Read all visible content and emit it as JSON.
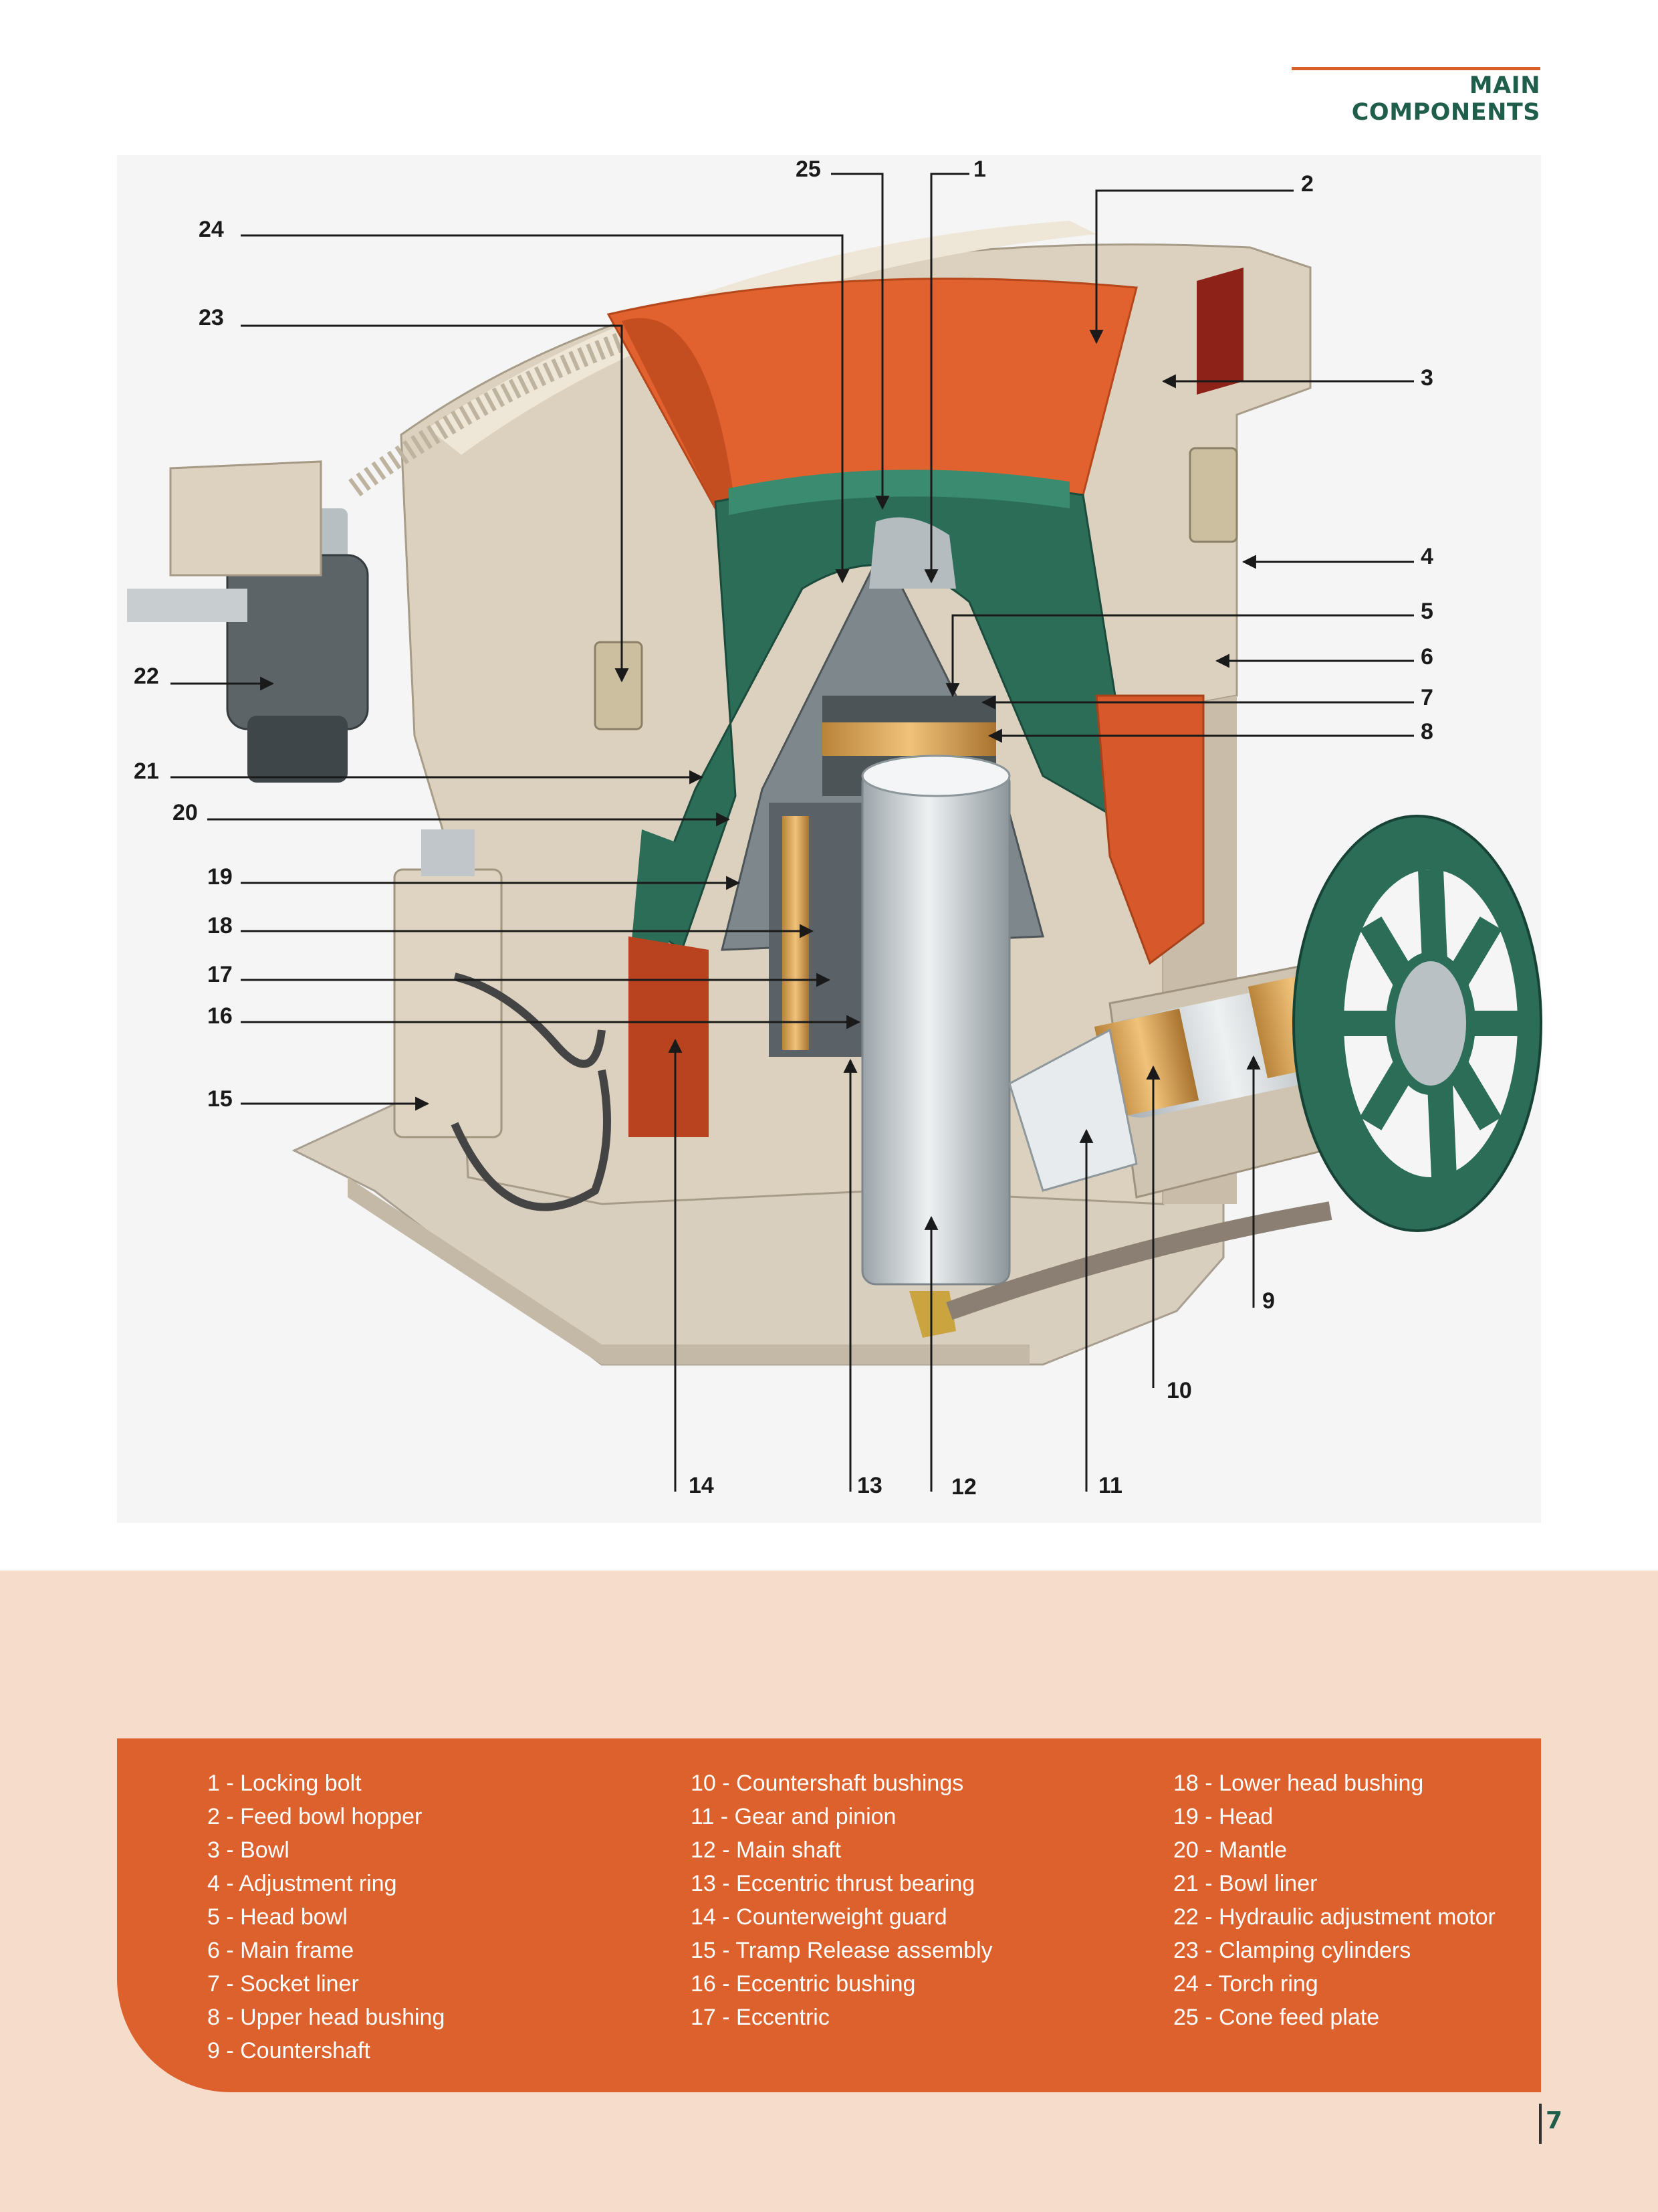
{
  "header": {
    "title": "MAIN COMPONENTS"
  },
  "callouts": [
    "1",
    "2",
    "3",
    "4",
    "5",
    "6",
    "7",
    "8",
    "9",
    "10",
    "11",
    "12",
    "13",
    "14",
    "15",
    "16",
    "17",
    "18",
    "19",
    "20",
    "21",
    "22",
    "23",
    "24",
    "25"
  ],
  "legend": {
    "column1": [
      "1 - Locking bolt",
      "2 - Feed bowl hopper",
      "3 - Bowl",
      "4 - Adjustment ring",
      "5 - Head bowl",
      "6 - Main frame",
      "7 - Socket liner",
      "8 - Upper head bushing",
      "9 - Countershaft"
    ],
    "column2": [
      "10 - Countershaft bushings",
      "11 - Gear and pinion",
      "12 - Main shaft",
      "13 - Eccentric thrust bearing",
      "14 - Counterweight guard",
      "15 - Tramp Release assembly",
      "16 - Eccentric bushing",
      "17 - Eccentric"
    ],
    "column3": [
      "18 - Lower head bushing",
      "19 - Head",
      "20 - Mantle",
      "21 - Bowl liner",
      "22 - Hydraulic adjustment motor",
      "23 - Clamping cylinders",
      "24 - Torch ring",
      "25 - Cone feed plate"
    ]
  },
  "page_number": "7",
  "colors": {
    "accent": "#dc612d",
    "brand_green": "#1f5e4b",
    "band": "#f6dccb"
  }
}
